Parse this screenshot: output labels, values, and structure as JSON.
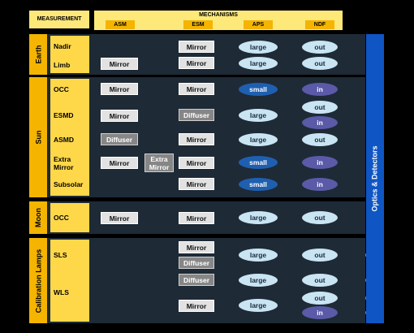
{
  "header": {
    "measurement": "MEASUREMENT",
    "mechanisms": "MECHANISMS",
    "mech_items": [
      "ASM",
      "ESM",
      "APS",
      "NDF"
    ]
  },
  "groups": {
    "earth": "Earth",
    "sun": "Sun",
    "moon": "Moon",
    "calibration": "Calibration Lamps"
  },
  "measurements": {
    "nadir": "Nadir",
    "limb": "Limb",
    "occ_sun": "OCC",
    "esmd": "ESMD",
    "asmd": "ASMD",
    "extra_mirror": "Extra Mirror",
    "subsolar": "Subsolar",
    "occ_moon": "OCC",
    "sls": "SLS",
    "wls": "WLS"
  },
  "labels": {
    "mirror": "Mirror",
    "diffuser": "Diffuser",
    "extra_mirror": "Extra Mirror",
    "large": "large",
    "small": "small",
    "out": "out",
    "in": "in"
  },
  "optics": "Optics & Detectors",
  "colors": {
    "earth_line": "#5cc24a",
    "sun_line": "#f2a33a",
    "moon_line": "#ffffff",
    "lamp_line": "#e04b4b",
    "optics_blue": "#0f56c4",
    "group_yellow": "#f4b400"
  }
}
